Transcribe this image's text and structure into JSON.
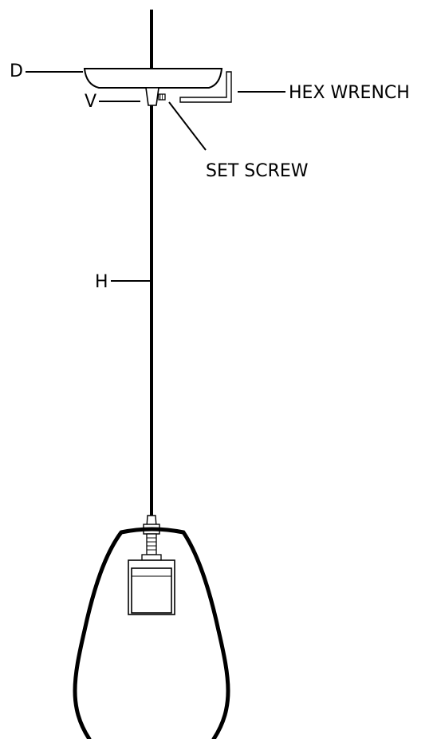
{
  "labels": {
    "canopy": "D",
    "cone": "V",
    "stem": "H",
    "hex_wrench": "HEX WRENCH",
    "set_screw": "SET SCREW"
  },
  "colors": {
    "ink": "#000000",
    "background": "#ffffff"
  }
}
